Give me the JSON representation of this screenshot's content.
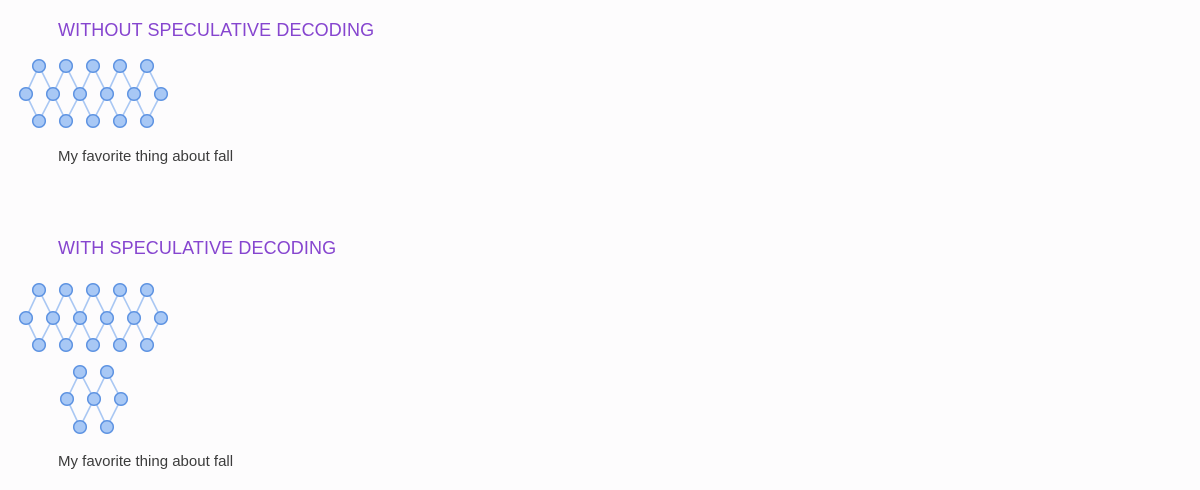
{
  "sections": [
    {
      "title": "WITHOUT SPECULATIVE DECODING",
      "text": "My favorite thing about fall"
    },
    {
      "title": "WITH SPECULATIVE DECODING",
      "text": "My favorite thing about fall"
    }
  ],
  "colors": {
    "title": "#8645cf",
    "text": "#3c3c3c",
    "node_fill": "#a8c8f5",
    "node_stroke": "#5e93e2",
    "edge": "#a9c7f3",
    "background": "#fdfcfd"
  },
  "networks": [
    {
      "role": "target-model",
      "section": 0
    },
    {
      "role": "target-model",
      "section": 1
    },
    {
      "role": "draft-model",
      "section": 1
    }
  ]
}
